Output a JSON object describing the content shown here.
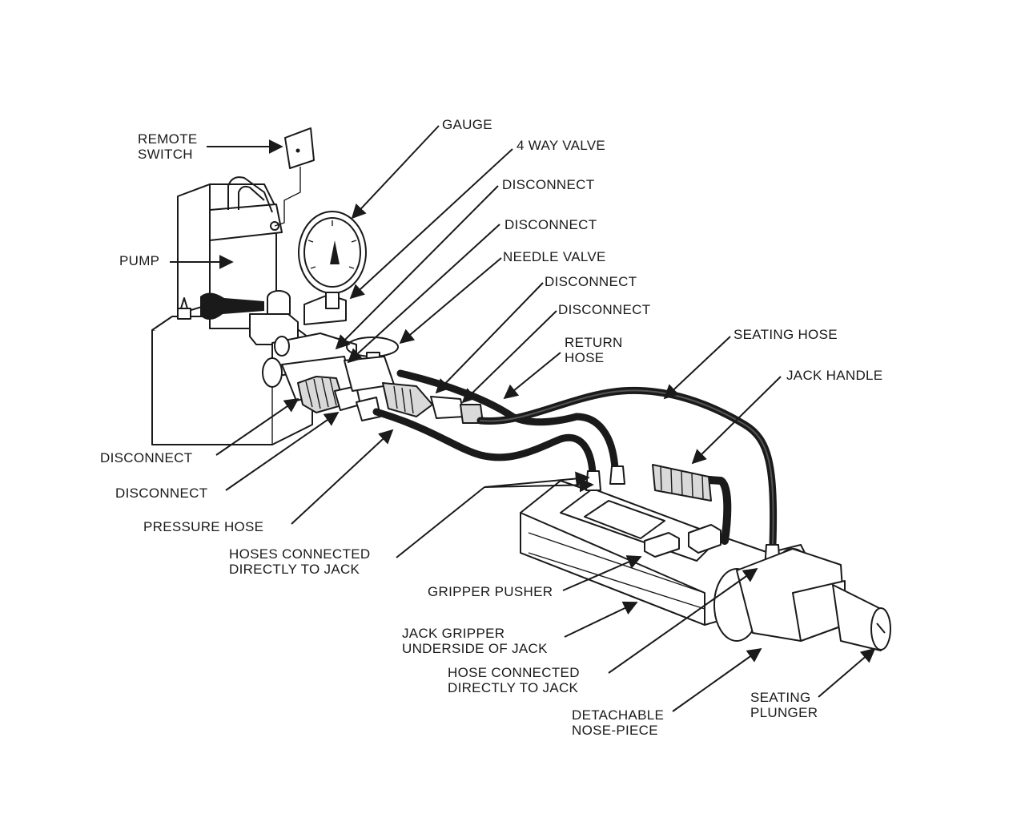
{
  "labels": {
    "remote_switch": [
      "REMOTE",
      "SWITCH"
    ],
    "gauge": "GAUGE",
    "four_way_valve": "4 WAY VALVE",
    "disconnect_1": "DISCONNECT",
    "disconnect_2": "DISCONNECT",
    "needle_valve": "NEEDLE VALVE",
    "disconnect_3": "DISCONNECT",
    "disconnect_4": "DISCONNECT",
    "return_hose": [
      "RETURN",
      "HOSE"
    ],
    "seating_hose": "SEATING HOSE",
    "jack_handle": "JACK HANDLE",
    "pump": "PUMP",
    "disconnect_left_1": "DISCONNECT",
    "disconnect_left_2": "DISCONNECT",
    "pressure_hose": "PRESSURE HOSE",
    "hoses_connected": [
      "HOSES CONNECTED",
      "DIRECTLY TO JACK"
    ],
    "gripper_pusher": "GRIPPER PUSHER",
    "jack_gripper": [
      "JACK GRIPPER",
      "UNDERSIDE OF JACK"
    ],
    "hose_connected": [
      "HOSE CONNECTED",
      "DIRECTLY TO JACK"
    ],
    "detachable_nose": [
      "DETACHABLE",
      "NOSE-PIECE"
    ],
    "seating_plunger": [
      "SEATING",
      "PLUNGER"
    ]
  }
}
